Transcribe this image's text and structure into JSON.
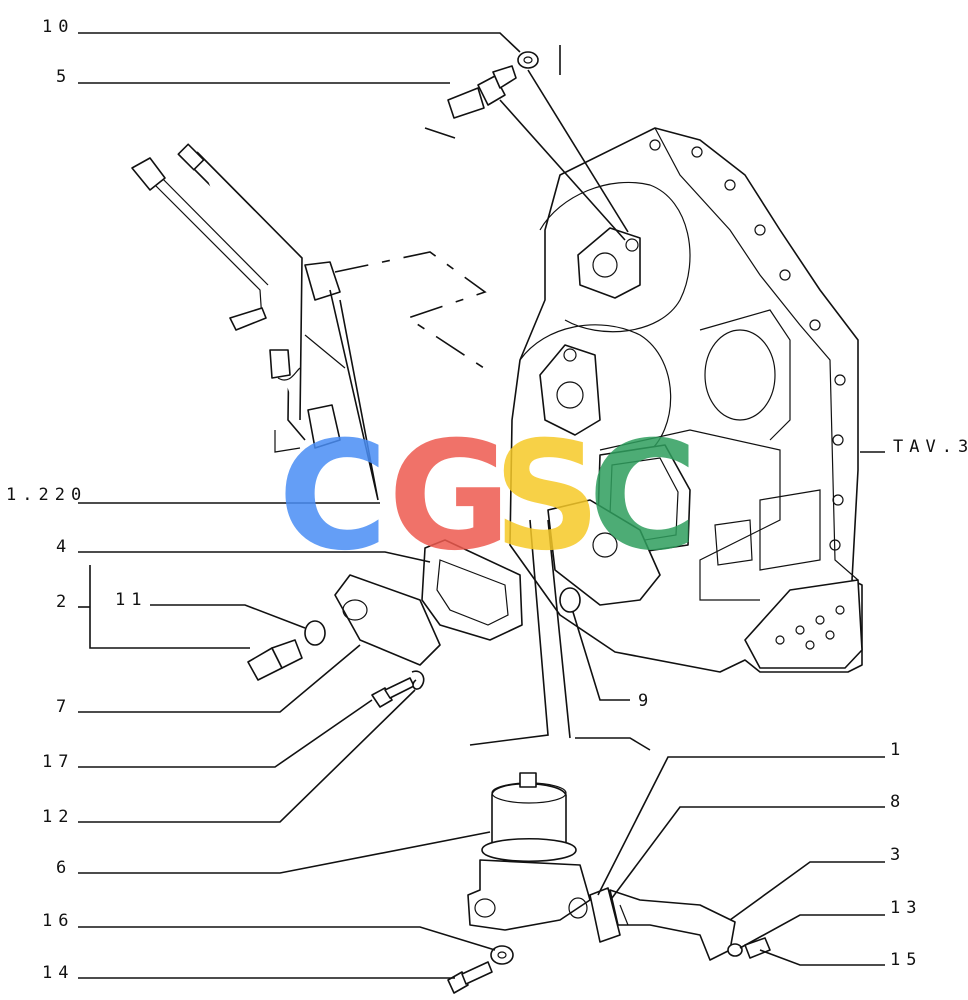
{
  "callouts": [
    {
      "id": "10",
      "text": "10"
    },
    {
      "id": "5",
      "text": "5"
    },
    {
      "id": "1220",
      "text": "1.220"
    },
    {
      "id": "4",
      "text": "4"
    },
    {
      "id": "2",
      "text": "2"
    },
    {
      "id": "11",
      "text": "11"
    },
    {
      "id": "7",
      "text": "7"
    },
    {
      "id": "17",
      "text": "17"
    },
    {
      "id": "12",
      "text": "12"
    },
    {
      "id": "6",
      "text": "6"
    },
    {
      "id": "16",
      "text": "16"
    },
    {
      "id": "14",
      "text": "14"
    },
    {
      "id": "9",
      "text": "9"
    },
    {
      "id": "tav3",
      "text": "TAV.3"
    },
    {
      "id": "1",
      "text": "1"
    },
    {
      "id": "8",
      "text": "8"
    },
    {
      "id": "3",
      "text": "3"
    },
    {
      "id": "13",
      "text": "13"
    },
    {
      "id": "15",
      "text": "15"
    }
  ],
  "watermark": {
    "letters": [
      "C",
      "G",
      "S",
      "C"
    ],
    "colors": [
      "#4a8ef5",
      "#ee5a4f",
      "#f6c928",
      "#2f9e5e"
    ]
  }
}
